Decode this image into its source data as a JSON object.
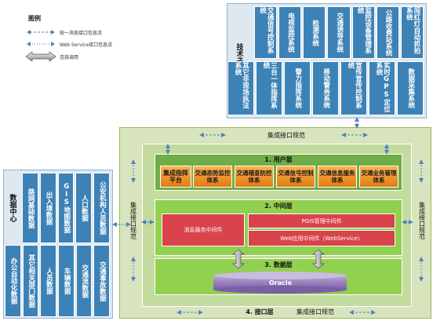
{
  "legend": {
    "title": "图例",
    "items": [
      {
        "text": "统一消息接口信息流"
      },
      {
        "text": "Web Service接口信息流"
      },
      {
        "text": "连接调用"
      }
    ]
  },
  "tech_subsystem": {
    "label": "技术子系统",
    "top_row": [
      "交通信号控制系统",
      "电视监控系统",
      "检测系统",
      "交通诱导系统",
      "监控设备管理系统",
      "公路收费站系统",
      "闯红灯自动抓拍系统"
    ],
    "bottom_row": [
      "其它非现场执法系统",
      "三台一体指挥系统",
      "警力指挥系统",
      "移动警务系统",
      "宣传宣传控制系统",
      "实时GPS定位系统",
      "数据采集系统"
    ]
  },
  "data_center": {
    "label": "数据中心",
    "top_row": [
      "路网基础数据",
      "出入境数据",
      "GIS地图数据",
      "人口数据",
      "公安机构人员数据"
    ],
    "bottom_row": [
      "办公自动化数据",
      "其它相关部门数据",
      "人员数据",
      "车辆数据",
      "交通流数据",
      "交通事故数据"
    ]
  },
  "integration": {
    "top_label": "集成接口规范",
    "left_label": "集成接口规范",
    "right_label": "集成接口规范",
    "bottom_layer": "4. 接口层",
    "bottom_label": "集成接口规范"
  },
  "user_layer": {
    "title": "1. 用户层",
    "platform": "集成指挥平台",
    "systems": [
      "交通态势监控体系",
      "交通稽查防控体系",
      "交通信号控制体系",
      "交通信息服务体系",
      "交通业务管理体系"
    ]
  },
  "middle_layer": {
    "title": "2. 中间层",
    "message": "消息服务中间件",
    "pgis": "PGIS管理中间件",
    "web": "Web应用中间件（WebService）"
  },
  "data_layer": {
    "title": "3. 数据层",
    "db": "Oracle"
  },
  "colors": {
    "panel": "#dde8f1",
    "cell_blue": "#3d82b6",
    "outer_green": "#d7e4bd",
    "user_green": "#70ad47",
    "middle_green": "#92d050",
    "orange": "#f39c2c",
    "red": "#d9434c",
    "oracle_purple": "#8064a2",
    "arrow_blue": "#4f81bd"
  }
}
